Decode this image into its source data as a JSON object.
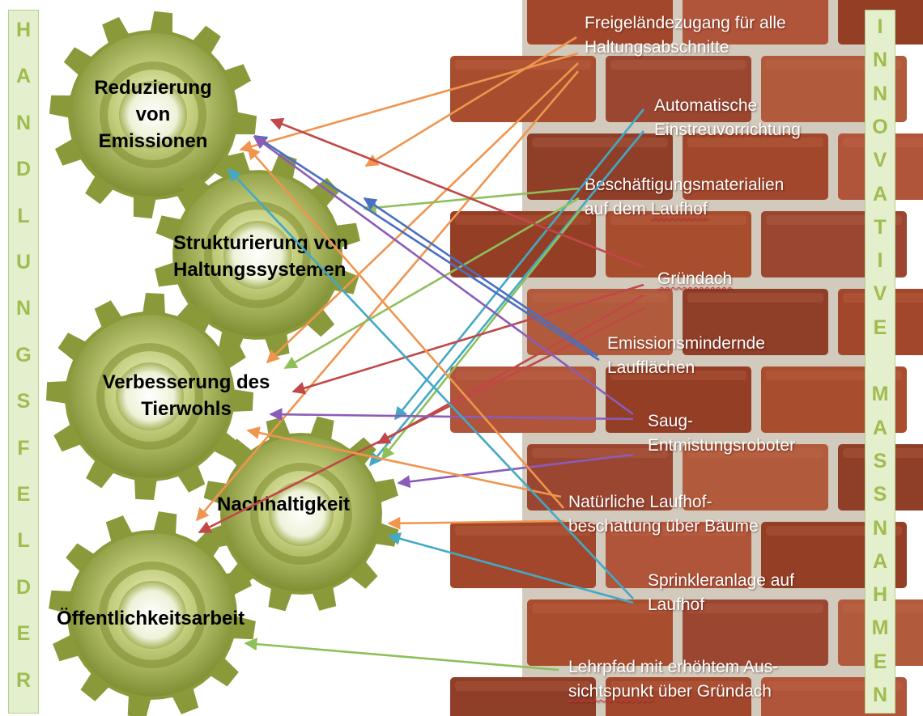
{
  "left_band": {
    "letters": [
      "H",
      "A",
      "N",
      "D",
      "L",
      "U",
      "N",
      "G",
      "S",
      "F",
      "E",
      "L",
      "D",
      "E",
      "R"
    ]
  },
  "right_band": {
    "letters": [
      "I",
      "N",
      "N",
      "O",
      "V",
      "A",
      "T",
      "I",
      "V",
      "E",
      "",
      "M",
      "A",
      "S",
      "S",
      "N",
      "A",
      "H",
      "M",
      "E",
      "N"
    ]
  },
  "handlungsfelder": {
    "reduzierung": {
      "line1": "Reduzierung",
      "line2": "von",
      "line3": "Emissionen"
    },
    "strukturierung": {
      "line1": "Strukturierung von",
      "line2": "Haltungssystemen"
    },
    "tierwohl": {
      "line1": "Verbesserung des",
      "line2": "Tierwohls"
    },
    "nachhaltigkeit": {
      "line1": "Nachhaltigkeit"
    },
    "oeffentlichkeit": {
      "line1": "Öffentlichkeitsarbeit"
    }
  },
  "massnahmen": {
    "freigelaende": {
      "line1": "Freigeländezugang für alle",
      "line2": "Haltungsabschnitte"
    },
    "einstreu": {
      "line1": "Automatische",
      "line2": "Einstreuvorrichtung"
    },
    "beschaeftigung": {
      "line1": "Beschäftigungsmaterialien",
      "line2a": "auf dem  ",
      "line2b": "Laufhof"
    },
    "gruendach": {
      "line1": "Gründach"
    },
    "emission": {
      "line1": "Emissionsmindernde",
      "line2": "Laufflächen"
    },
    "saug": {
      "line1": "Saug-",
      "line2": "Entmistungsroboter"
    },
    "beschattung": {
      "line1": "Natürliche Laufhof-",
      "line2": "beschattung über Bäume"
    },
    "sprinkler": {
      "line1": "Sprinkleranlage auf",
      "line2": "Laufhof"
    },
    "lehrpfad": {
      "line1": "Lehrpfad mit erhöhtem Aus-",
      "line2a": "sichtspunkt",
      "line2b": " über Gründach"
    }
  },
  "colors": {
    "orange": "#f0954e",
    "blue": "#4a6fc0",
    "red": "#c04848",
    "purple": "#8a5cb8",
    "teal": "#42a9c6",
    "green": "#8ec05a",
    "gear": "#8a9a3a",
    "brick": "#a04a2e",
    "mortar": "#c9c1b3",
    "band": "#e4efcd",
    "band_text": "#9ebd4e"
  }
}
